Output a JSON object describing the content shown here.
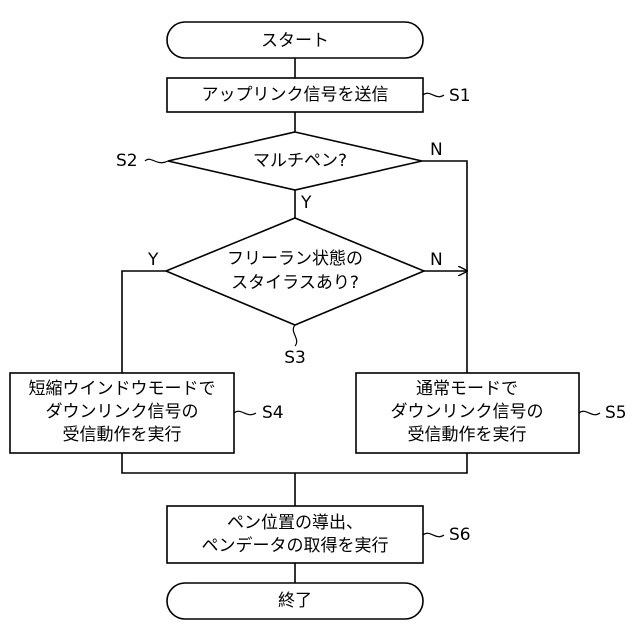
{
  "nodes": {
    "start": {
      "text": "スタート"
    },
    "s1": {
      "text": "アップリンク信号を送信",
      "step": "S1"
    },
    "s2": {
      "text": "マルチペン?",
      "step": "S2",
      "yes": "Y",
      "no": "N"
    },
    "s3": {
      "lines": [
        "フリーラン状態の",
        "スタイラスあり?"
      ],
      "step": "S3",
      "yes": "Y",
      "no": "N"
    },
    "s4": {
      "lines": [
        "短縮ウインドウモードで",
        "ダウンリンク信号の",
        "受信動作を実行"
      ],
      "step": "S4"
    },
    "s5": {
      "lines": [
        "通常モードで",
        "ダウンリンク信号の",
        "受信動作を実行"
      ],
      "step": "S5"
    },
    "s6": {
      "lines": [
        "ペン位置の導出、",
        "ペンデータの取得を実行"
      ],
      "step": "S6"
    },
    "end": {
      "text": "終了"
    }
  }
}
